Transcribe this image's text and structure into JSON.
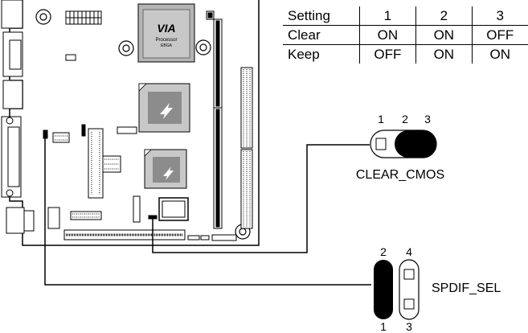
{
  "settings_table": {
    "header": [
      "Setting",
      "1",
      "2",
      "3"
    ],
    "rows": [
      [
        "Clear",
        "ON",
        "ON",
        "OFF"
      ],
      [
        "Keep",
        "OFF",
        "ON",
        "ON"
      ]
    ]
  },
  "cpu_chip": {
    "logo": "VIA",
    "line1": "Processor",
    "line2": "EBGA"
  },
  "clear_cmos": {
    "label": "CLEAR_CMOS",
    "pin1": "1",
    "pin2": "2",
    "pin3": "3"
  },
  "spdif_sel": {
    "label": "SPDIF_SEL",
    "pin_top_left": "2",
    "pin_top_right": "4",
    "pin_bottom_left": "1",
    "pin_bottom_right": "3"
  }
}
